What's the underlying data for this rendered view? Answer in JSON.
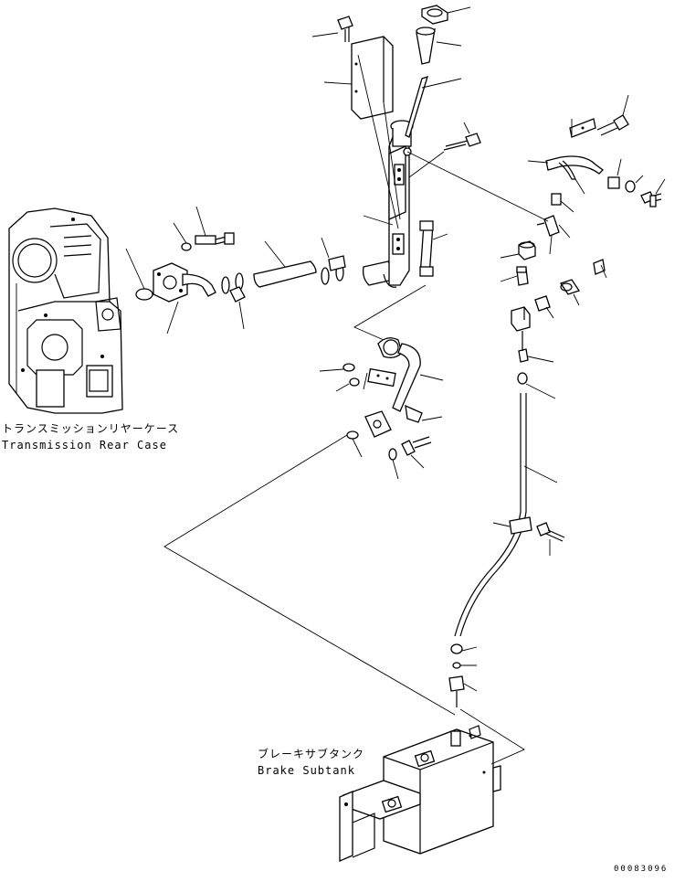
{
  "labels": {
    "transmission_case_jp": "トランスミッションリヤーケース",
    "transmission_case_en": "Transmission Rear Case",
    "brake_subtank_jp": "ブレーキサブタンク",
    "brake_subtank_en": "Brake Subtank"
  },
  "figure_code": "00083096"
}
